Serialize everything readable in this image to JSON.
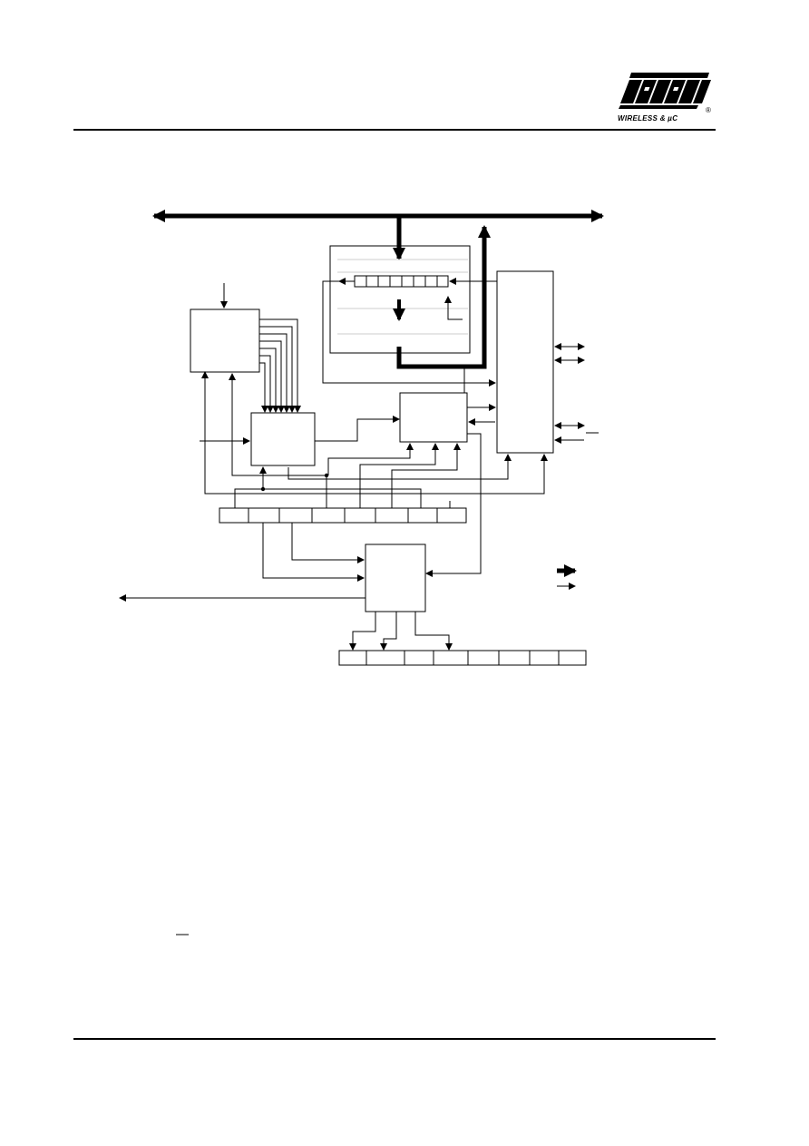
{
  "header": {
    "logo_name": "atmel-logo",
    "tagline": "WIRELESS & µC",
    "registered_mark": "®"
  },
  "diagram": {
    "shapes": [
      "bus",
      "register-file",
      "block",
      "control-register-fields",
      "status-register-fields"
    ],
    "legend": [
      "bus-arrow",
      "signal-arrow"
    ]
  }
}
